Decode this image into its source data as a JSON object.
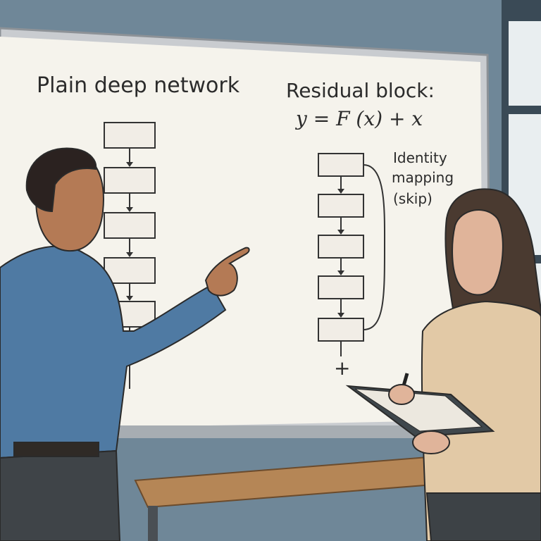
{
  "whiteboard": {
    "plain_title": "Plain deep network",
    "residual_title": "Residual block:",
    "residual_formula": "y = F (x) + x",
    "skip_label_lines": [
      "Identity",
      "mapping",
      "(skip)"
    ],
    "plus_sign": "+"
  },
  "colors": {
    "wall": "#6f8798",
    "board": "#f5f3ec",
    "frame": "#c9ccd0",
    "shirt_man": "#4f7aa3",
    "sweater_woman": "#e2c9a6",
    "notebook": "#3f474c",
    "table": "#b58656"
  }
}
